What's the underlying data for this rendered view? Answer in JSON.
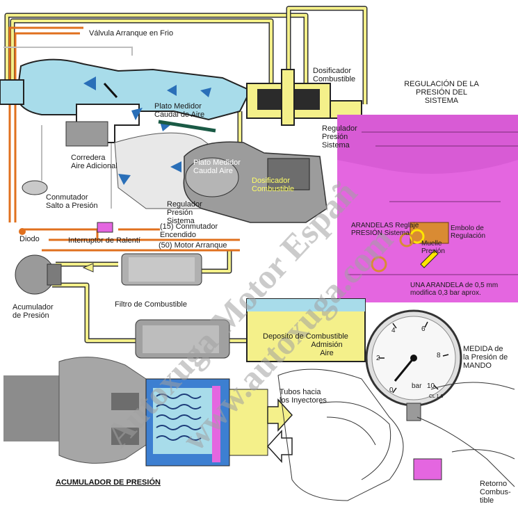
{
  "labels": {
    "valvula_arranque": "Válvula Arranque en Frio",
    "dosificador_top": "Dosificador\nCombustible",
    "regulacion_title": "REGULACIÓN DE LA\nPRESIÓN DEL\nSISTEMA",
    "plato_medidor_1": "Plato Medidor\nCaudal de Aire",
    "regulador_presion_1": "Regulador\nPresión\nSistema",
    "corredera": "Corredera\nAire Adicional",
    "plato_medidor_2": "Plato Medidor\nCaudal Aire",
    "dosificador_mid": "Dosificador\nCombustible",
    "conmutador_salto": "Conmutador\nSalto a Presión",
    "regulador_presion_2": "Regulador\nPresión\nSistema",
    "conmutador_encendido": "(15) Conmutador\nEncendido",
    "motor_arranque": "(50) Motor Arranque",
    "diodo": "Diodo",
    "interruptor_ralenti": "Interruptor de Ralentí",
    "arandelas": "ARANDELAS Reglaje\nPRESIÓN Sistema",
    "embolo": "Embolo de\nRegulación",
    "muelle": "Muelle\nPresión",
    "una_arandela": "UNA ARANDELA de 0,5 mm\nmodifica  0,3 bar  aprox.",
    "acumulador": "Acumulador\nde Presión",
    "filtro": "Filtro de Combustible",
    "deposito": "Deposito de Combustible",
    "admision": "Admisión\nAire",
    "medida": "MEDIDA de\nla Presión de\nMANDO",
    "tubos": "Tubos hacia\nlos Inyectores",
    "retorno": "Retorno\nCombus-\ntible",
    "acumulador_title": "ACUMULADOR DE PRESIÓN"
  },
  "gauge": {
    "ticks": [
      "0",
      "2",
      "4",
      "6",
      "8",
      "10"
    ],
    "unit": "bar",
    "class_label": "CL 1.6"
  },
  "watermark": {
    "line1": "Autoxuga Motor Españ",
    "line2": "www.autoxuga.com"
  },
  "colors": {
    "intake_blue": "#a8dcea",
    "fuel_yellow": "#f4f08a",
    "pipe_orange": "#e0701e",
    "panel_pink": "#e466e0",
    "wire_gray": "#bdbdbd"
  }
}
